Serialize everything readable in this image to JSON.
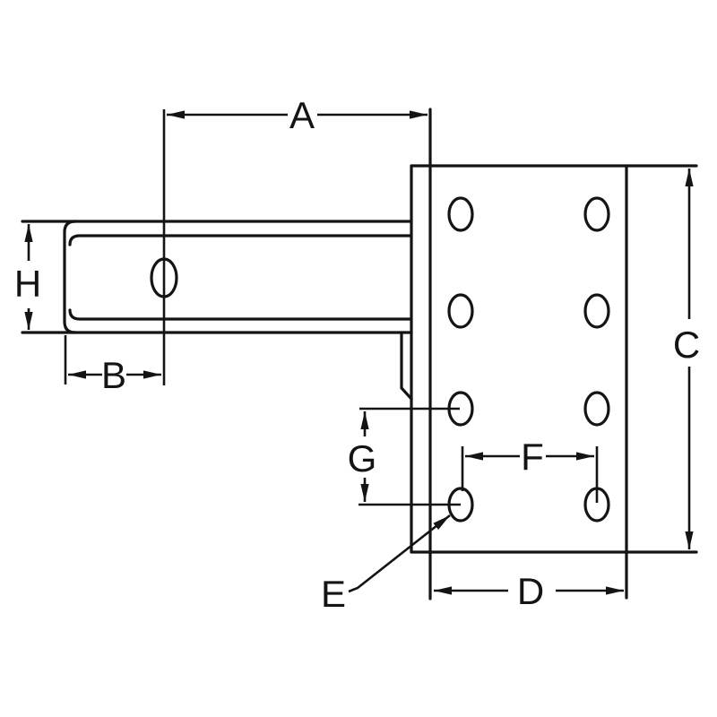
{
  "page": {
    "background_color": "#ffffff"
  },
  "drawing": {
    "kind": "technical-dimension-diagram",
    "line_color": "#141414",
    "labels": {
      "A": "A",
      "B": "B",
      "C": "C",
      "D": "D",
      "E": "E",
      "F": "F",
      "G": "G",
      "H": "H"
    },
    "features": {
      "plate_bolt_holes": 8,
      "plate_hole_rows": 4,
      "plate_hole_columns": 2,
      "shank_pin_holes": 1
    }
  }
}
